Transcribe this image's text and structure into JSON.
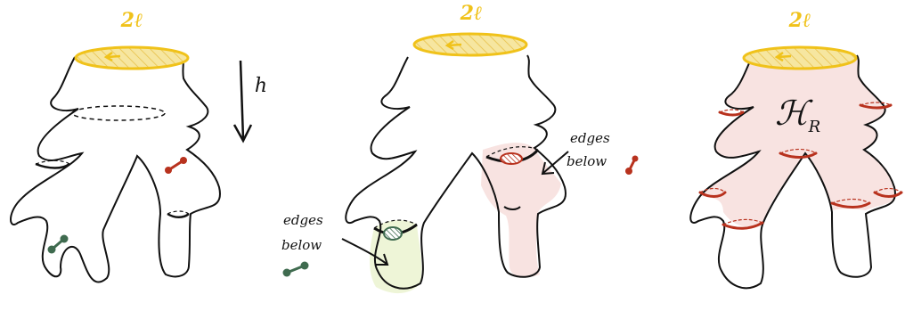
{
  "colors": {
    "ink": "#111111",
    "gold": "#f0c21a",
    "gold_fill": "#f6e6a0",
    "red": "#b8321e",
    "green": "#3f6b4f",
    "pink_fill": "#f8e3e1",
    "green_fill": "#eef5d7"
  },
  "panels": [
    {
      "top_label": "2ℓ",
      "height_label": "h"
    },
    {
      "top_label": "2ℓ",
      "red_note_line1": "edges",
      "red_note_line2": "below",
      "green_note_line1": "edges",
      "green_note_line2": "below"
    },
    {
      "top_label": "2ℓ",
      "region_label": "ℋ",
      "region_subscript": "R"
    }
  ]
}
